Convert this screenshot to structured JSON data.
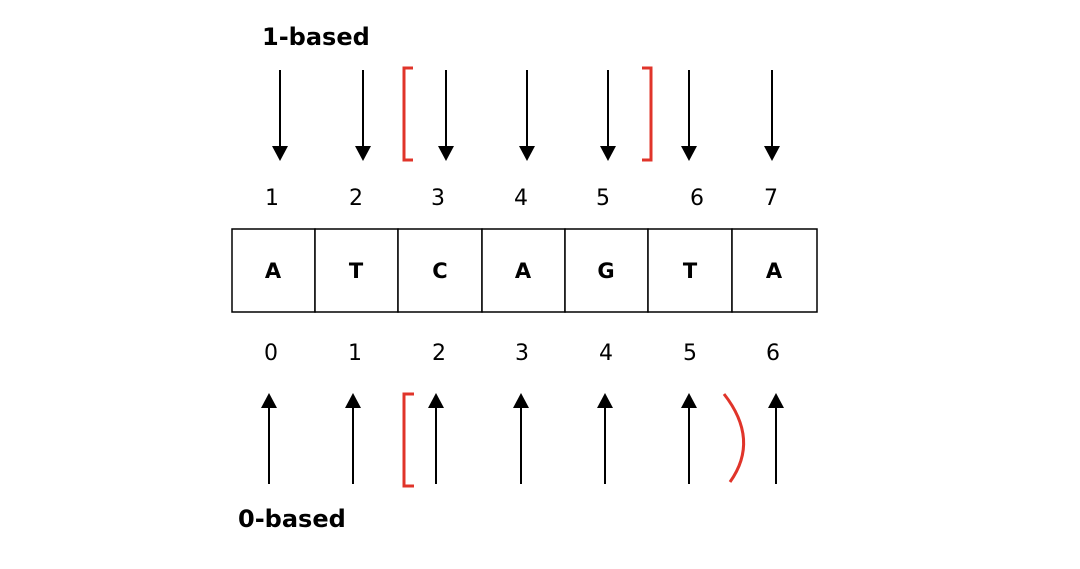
{
  "top_label": "1-based",
  "bottom_label": "0-based",
  "sequence": [
    "A",
    "T",
    "C",
    "A",
    "G",
    "T",
    "A"
  ],
  "one_based_indices": [
    "1",
    "2",
    "3",
    "4",
    "5",
    "6",
    "7"
  ],
  "zero_based_indices": [
    "0",
    "1",
    "2",
    "3",
    "4",
    "5",
    "6"
  ],
  "colors": {
    "bracket": "#e0342a",
    "ink": "#000000"
  }
}
